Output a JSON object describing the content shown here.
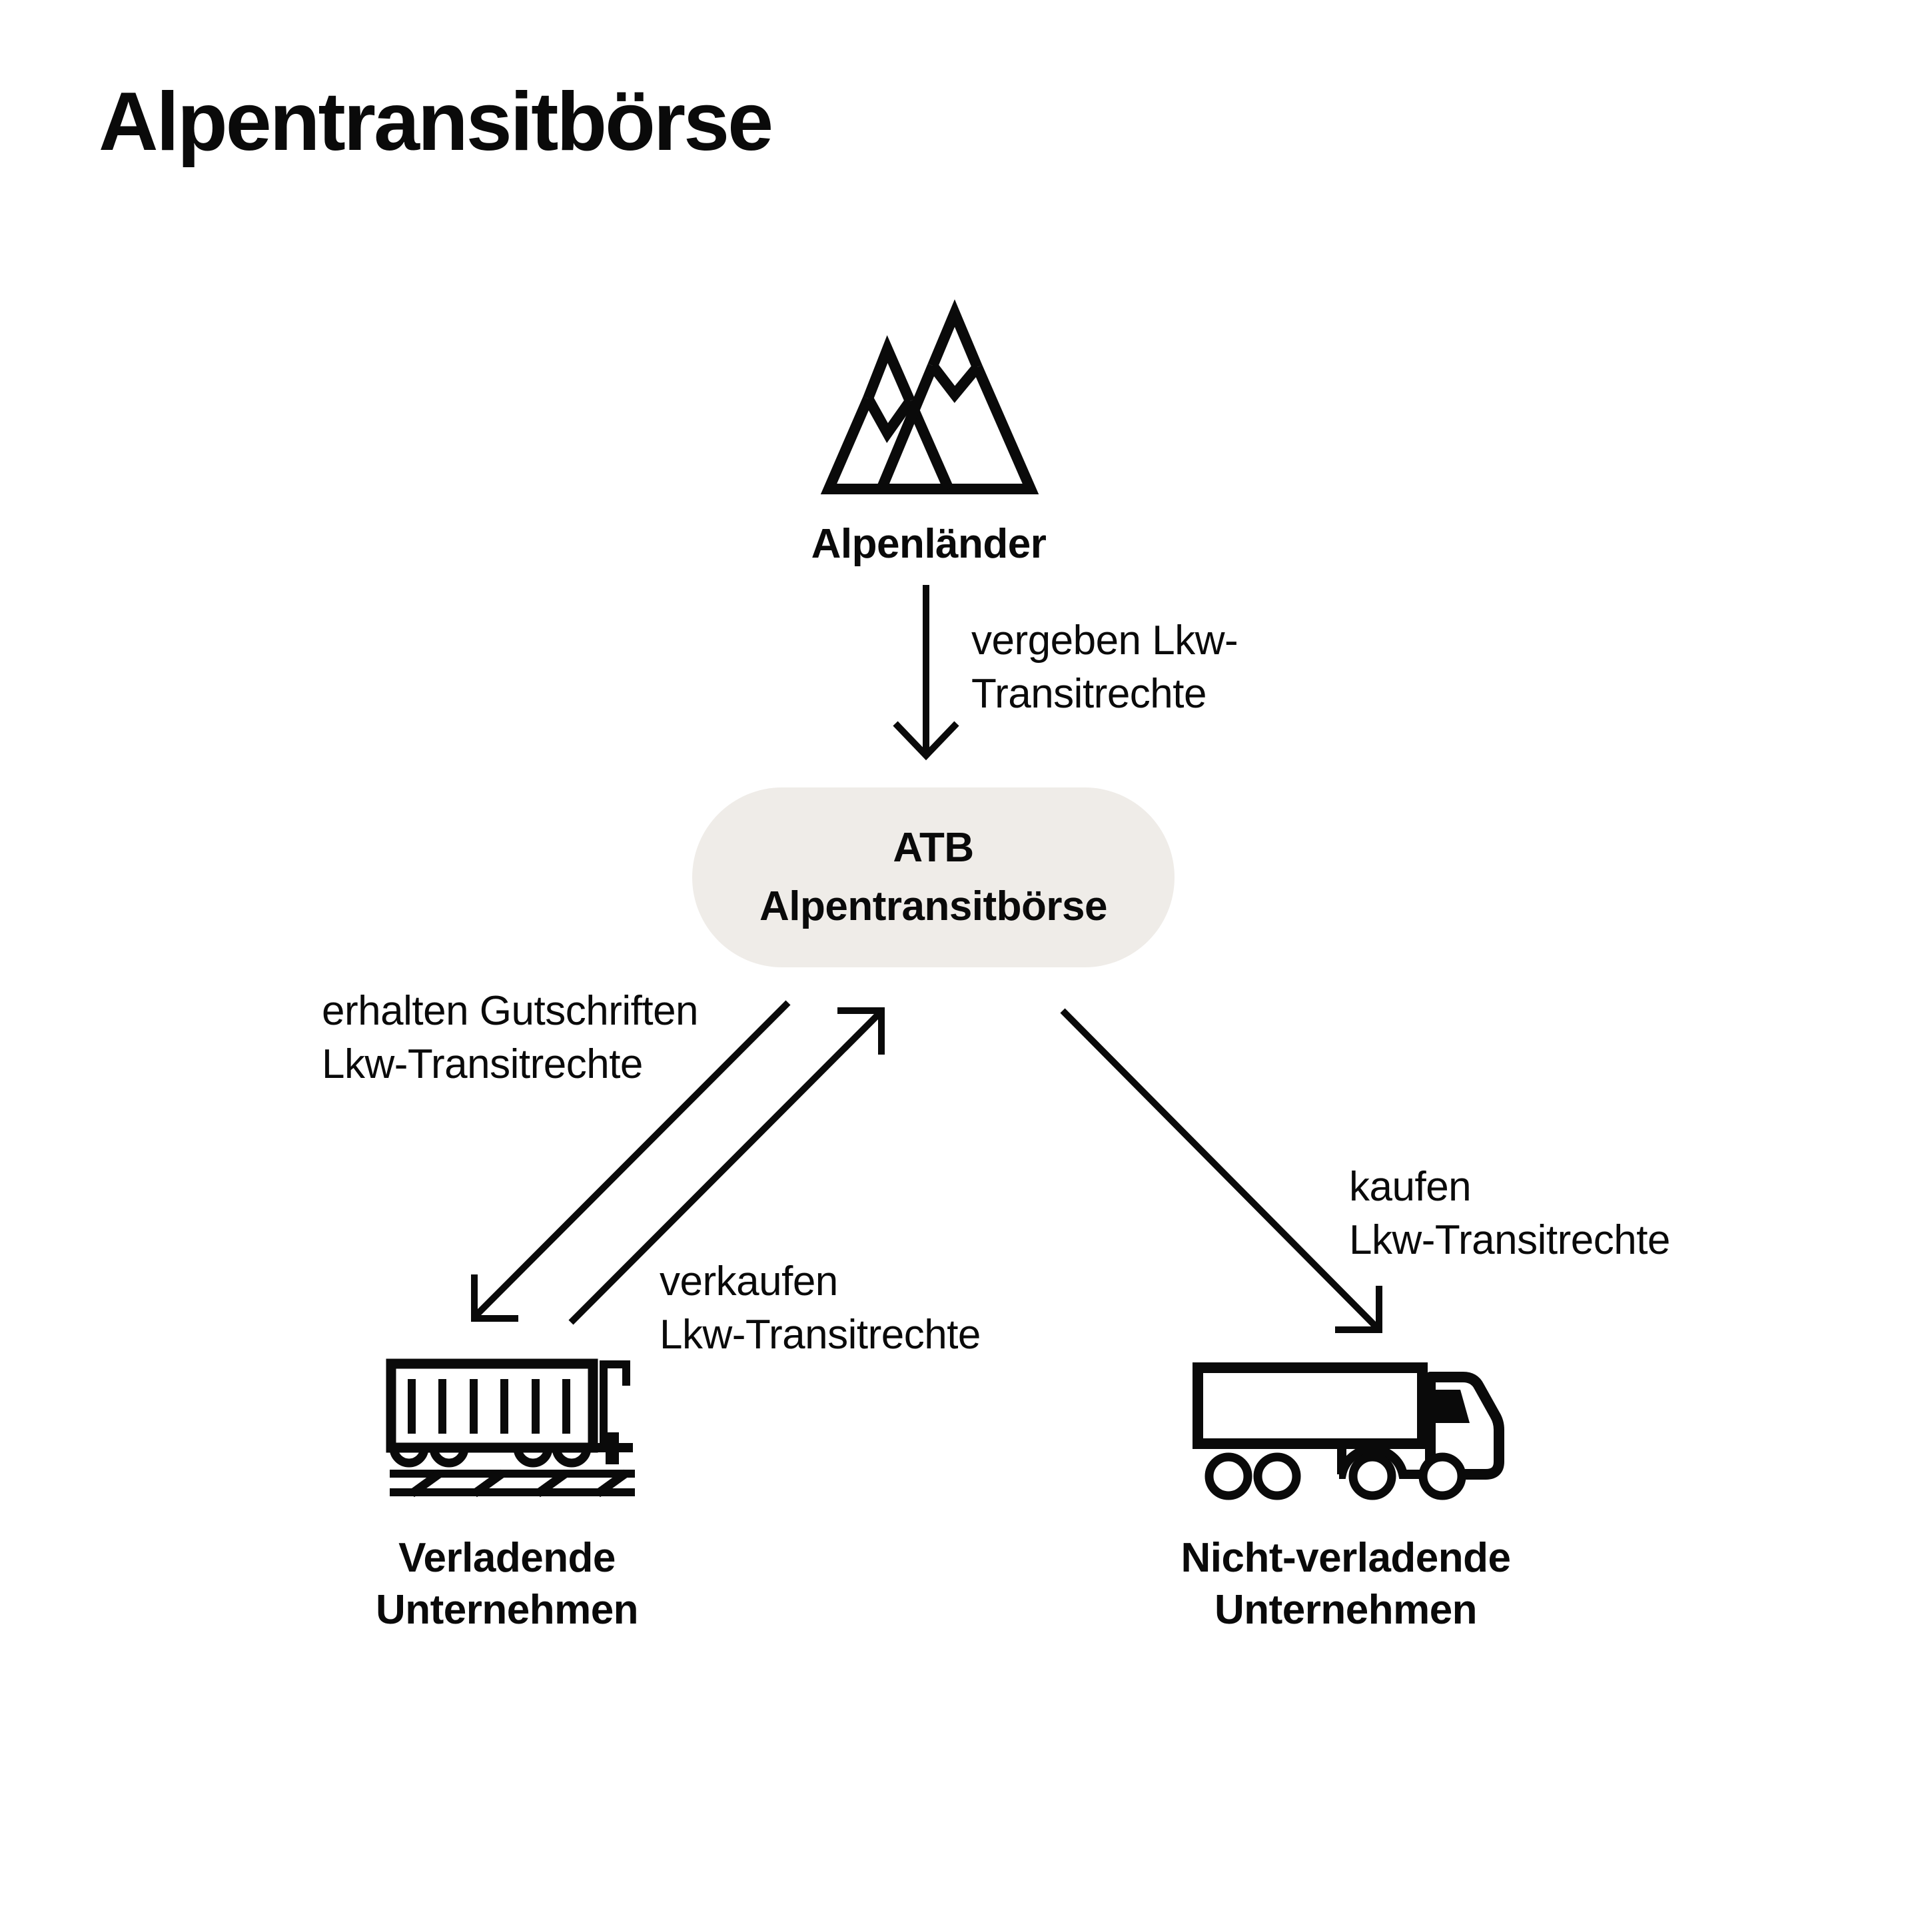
{
  "page": {
    "title": "Alpentransitbörse",
    "background_color": "#ffffff",
    "ink_color": "#0a0a0a",
    "pill_fill_color": "#efece8"
  },
  "nodes": {
    "alpenlaender": {
      "label": "Alpenländer",
      "icon": "mountains-icon"
    },
    "atb": {
      "line1": "ATB",
      "line2": "Alpentransitbörse"
    },
    "verladende": {
      "line1": "Verladende",
      "line2": "Unternehmen",
      "icon": "freight-train-icon"
    },
    "nicht_verladende": {
      "line1": "Nicht-verladende",
      "line2": "Unternehmen",
      "icon": "truck-icon"
    }
  },
  "edges": {
    "vergeben": {
      "line1": "vergeben Lkw-",
      "line2": "Transitrechte",
      "from": "Alpenländer",
      "to": "ATB"
    },
    "erhalten": {
      "line1": "erhalten Gutschriften",
      "line2": "Lkw-Transitrechte",
      "from": "ATB",
      "to": "Verladende Unternehmen"
    },
    "verkaufen": {
      "line1": "verkaufen",
      "line2": "Lkw-Transitrechte",
      "from": "Verladende Unternehmen",
      "to": "ATB"
    },
    "kaufen": {
      "line1": "kaufen",
      "line2": "Lkw-Transitrechte",
      "from": "ATB",
      "to": "Nicht-verladende Unternehmen"
    }
  }
}
